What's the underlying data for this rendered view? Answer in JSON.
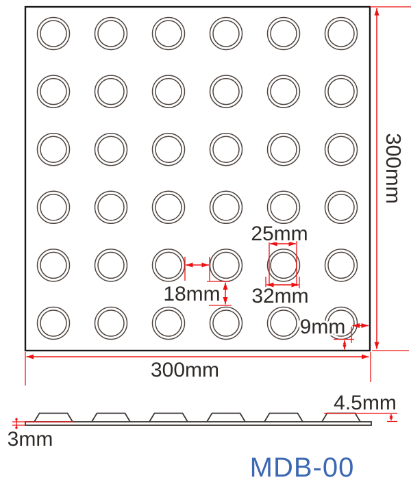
{
  "drawing": {
    "model_label": "MDB-00",
    "colors": {
      "dimension_lines": "#ee1111",
      "dome_outline": "#4e443f",
      "plate_border": "#1c1a19",
      "label_text": "#2e2a28",
      "model_text": "#3b67b3"
    },
    "plan": {
      "rows": 6,
      "cols": 6,
      "dim_height": "300mm",
      "dim_width": "300mm",
      "dim_dome_top": "25mm",
      "dim_dome_base": "32mm",
      "dim_spacing": "18mm",
      "dim_edge": "9mm"
    },
    "profile": {
      "bumps": 6,
      "dim_height": "4.5mm",
      "dim_thickness": "3mm"
    }
  }
}
